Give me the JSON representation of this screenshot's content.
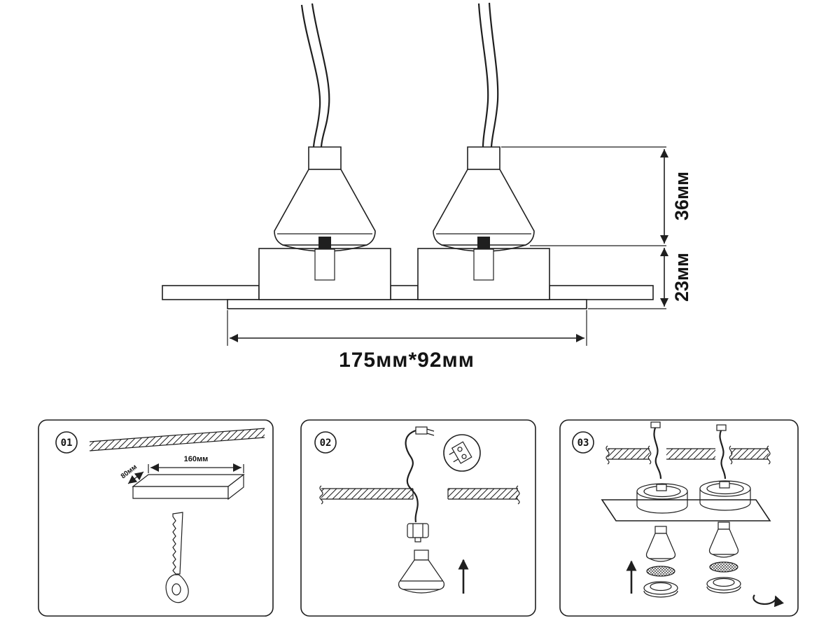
{
  "colors": {
    "line": "#1f1f1f",
    "background": "#ffffff",
    "text": "#141414"
  },
  "main_diagram": {
    "dim_lamp_height": "36мм",
    "dim_frame_height": "23мм",
    "dim_footprint": "175мм*92мм"
  },
  "steps": [
    {
      "number": "01",
      "cutout_width": "160мм",
      "cutout_depth": "80мм"
    },
    {
      "number": "02"
    },
    {
      "number": "03"
    }
  ]
}
